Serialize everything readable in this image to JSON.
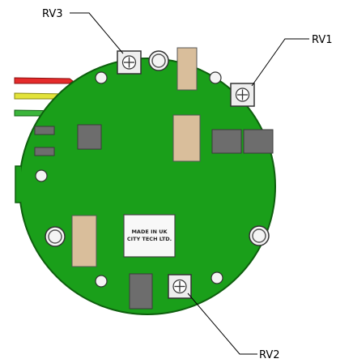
{
  "callouts": {
    "rv3": "RV3",
    "rv1": "RV1",
    "rv2": "RV2"
  },
  "board_label": {
    "line1": "MADE IN UK",
    "line2": "CITY TECH LTD."
  },
  "colors": {
    "board": "#1a9f1a",
    "board_outline": "#0e5e0e",
    "component_tan": "#d9be9b",
    "component_grey": "#6d6d6d",
    "wire_red": "#e52b2b",
    "wire_yellow": "#e3e33a",
    "wire_green": "#3bb53b"
  },
  "icons": {
    "potentiometer": "trim-potentiometer-icon"
  }
}
